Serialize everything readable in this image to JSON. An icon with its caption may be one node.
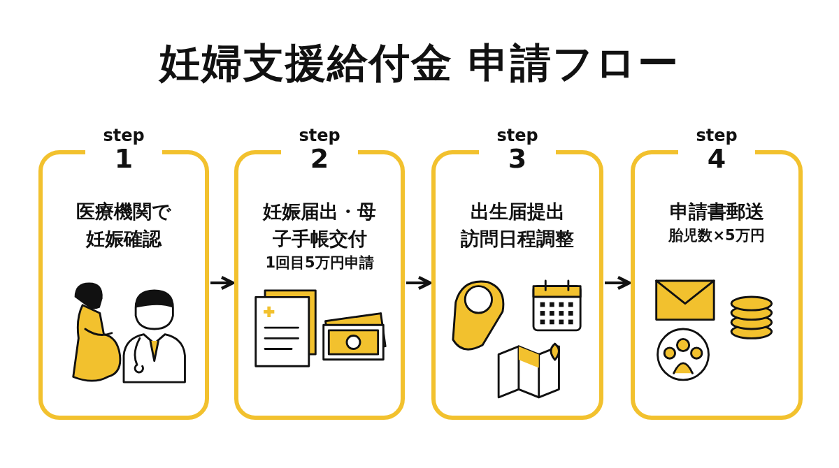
{
  "diagram": {
    "title": "妊婦支援給付金 申請フロー",
    "nodes": [
      {
        "text": [
          "step",
          "1",
          "医療機関で妊娠確認"
        ]
      },
      {
        "text": [
          "step",
          "2",
          "妊娠届出・母子手帳交付",
          "1回目5万円申請"
        ]
      },
      {
        "text": [
          "step",
          "3",
          "出生届提出",
          "訪問日程調整"
        ]
      },
      {
        "text": [
          "step",
          "4",
          "申請書郵送",
          "胎児数×5万円"
        ]
      }
    ],
    "edges": [
      {
        "from": 0,
        "to": 1,
        "arrow": "to"
      },
      {
        "from": 1,
        "to": 2,
        "arrow": "to"
      },
      {
        "from": 2,
        "to": 3,
        "arrow": "to"
      }
    ]
  }
}
